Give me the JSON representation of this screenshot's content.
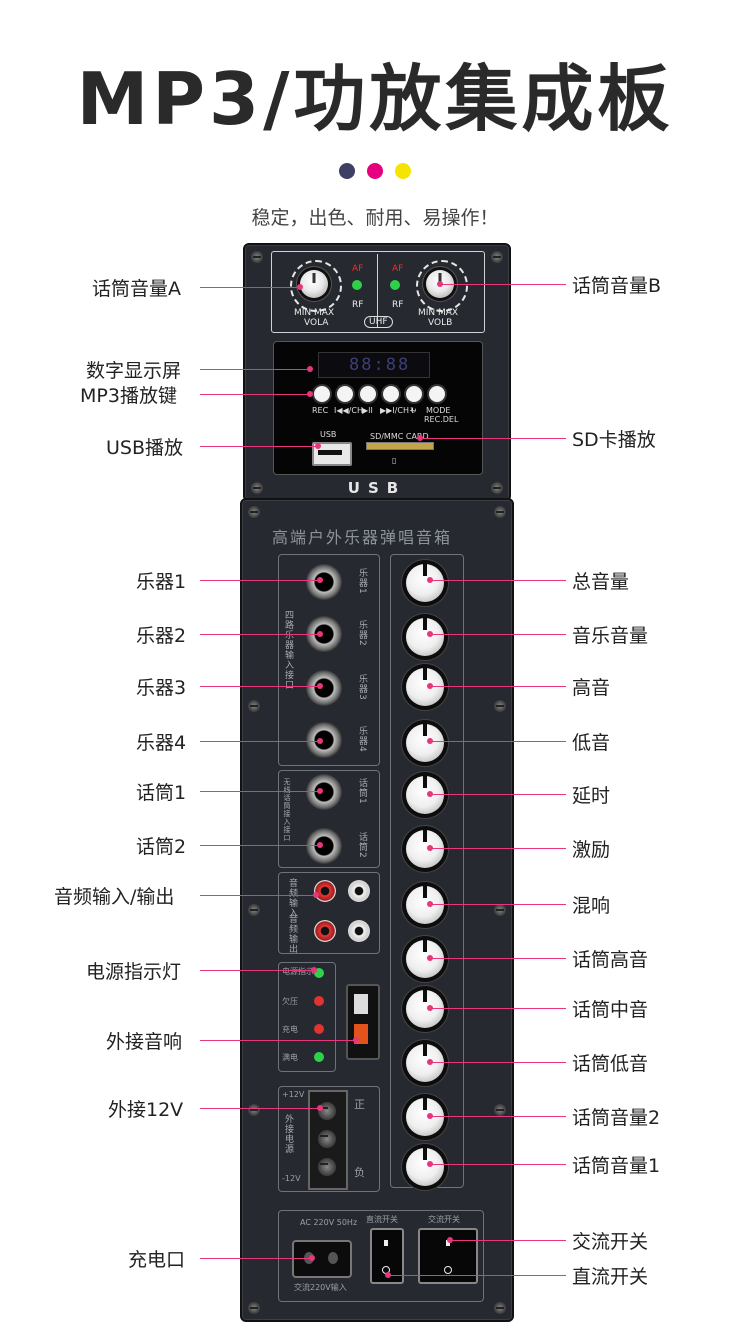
{
  "header": {
    "title": "MP3/功放集成板",
    "subtitle": "稳定，出色、耐用、易操作！",
    "dot_colors": [
      "#3d3f64",
      "#e4007f",
      "#f5e400"
    ]
  },
  "mic_panel": {
    "left_knob_range": "MIN MAX",
    "left_knob_name": "VOLA",
    "right_knob_range": "MIN MAX",
    "right_knob_name": "VOLB",
    "af_label": "AF",
    "rf_label": "RF",
    "band_label": "UHF"
  },
  "mp3_panel": {
    "lcd_digits": "88:88",
    "button_labels": [
      "REC",
      "I◀◀/CH-",
      "▶II",
      "▶▶I/CH+",
      "↻",
      "MODE",
      "REC.DEL"
    ],
    "usb_port_label": "USB",
    "sd_slot_label": "SD/MMC CARD",
    "footer_label": "USB"
  },
  "main_panel": {
    "heading": "高端户外乐器弹唱音箱",
    "instrument_jacks": [
      "乐器1",
      "乐器2",
      "乐器3",
      "乐器4"
    ],
    "instrument_section": "四路乐器输入接口",
    "mic_jacks": [
      "话筒1",
      "话筒2"
    ],
    "mic_section": "无线话筒接入接口",
    "audio_io": [
      "音频输入",
      "音频输出"
    ],
    "status_leds": [
      "电源指示",
      "欠压",
      "充电",
      "满电"
    ],
    "dc_labels": [
      "+12V",
      "-12V",
      "正",
      "负",
      "外接电源"
    ],
    "ac_label": "AC 220V 50Hz",
    "ac_input_label": "交流220V输入",
    "switch_labels": [
      "直流开关",
      "交流开关"
    ]
  },
  "callouts_left": [
    "话筒音量A",
    "数字显示屏",
    "MP3播放键",
    "USB播放",
    "乐器1",
    "乐器2",
    "乐器3",
    "乐器4",
    "话筒1",
    "话筒2",
    "音频输入/输出",
    "电源指示灯",
    "外接音响",
    "外接12V",
    "充电口"
  ],
  "callouts_right": [
    "话筒音量B",
    "SD卡播放",
    "总音量",
    "音乐音量",
    "高音",
    "低音",
    "延时",
    "激励",
    "混响",
    "话筒高音",
    "话筒中音",
    "话筒低音",
    "话筒音量2",
    "话筒音量1",
    "交流开关",
    "直流开关"
  ],
  "icons": {
    "screw": "screw-icon",
    "knob": "rotary-knob-icon",
    "jack": "audio-jack-icon",
    "rca": "rca-jack-icon",
    "switch": "rocker-switch-icon",
    "led": "led-indicator-icon"
  },
  "colors": {
    "accent_line": "#e8357e",
    "panel": "#262a30",
    "led_green": "#2fd14a",
    "led_red": "#e23232"
  }
}
